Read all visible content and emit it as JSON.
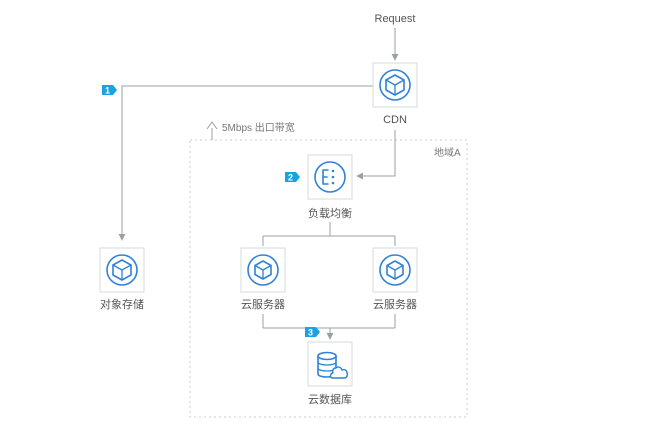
{
  "request_label": "Request",
  "bandwidth_label": "5Mbps 出口带宽",
  "region_label": "地域A",
  "nodes": {
    "cdn": "CDN",
    "load_balancer": "负载均衡",
    "object_storage": "对象存储",
    "server_left": "云服务器",
    "server_right": "云服务器",
    "database": "云数据库"
  },
  "steps": [
    "1",
    "2",
    "3"
  ],
  "colors": {
    "icon_blue": "#2f82d8",
    "step_blue": "#1aa3e0",
    "line_gray": "#9aa0a6"
  }
}
